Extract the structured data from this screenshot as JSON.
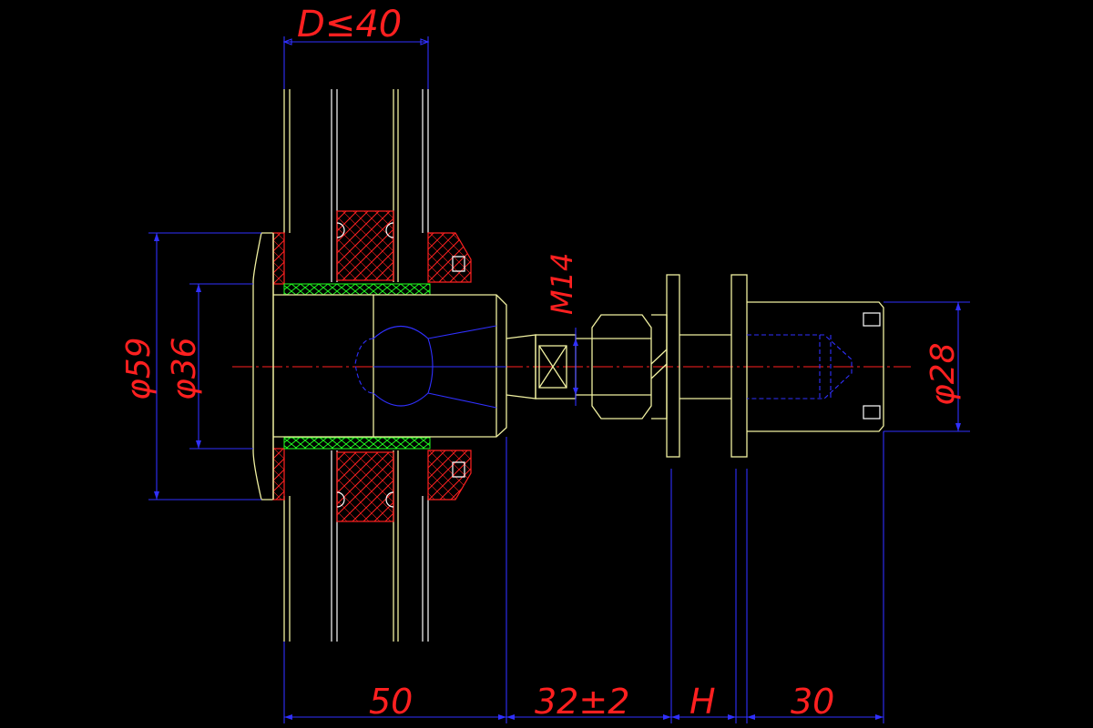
{
  "title": "",
  "dimensions": {
    "max_thickness": "D≤40",
    "flange_diameter": "φ59",
    "body_diameter": "φ36",
    "thread": "M14",
    "end_diameter": "φ28",
    "length_a": "50",
    "length_b": "32±2",
    "length_h": "H",
    "length_c": "30"
  },
  "colors": {
    "background": "#000000",
    "dimension": "#ff2020",
    "dimension_line": "#3030ff",
    "outline": "#f0f0a0",
    "hatch": "#ff2020",
    "gasket": "#20ff20"
  }
}
